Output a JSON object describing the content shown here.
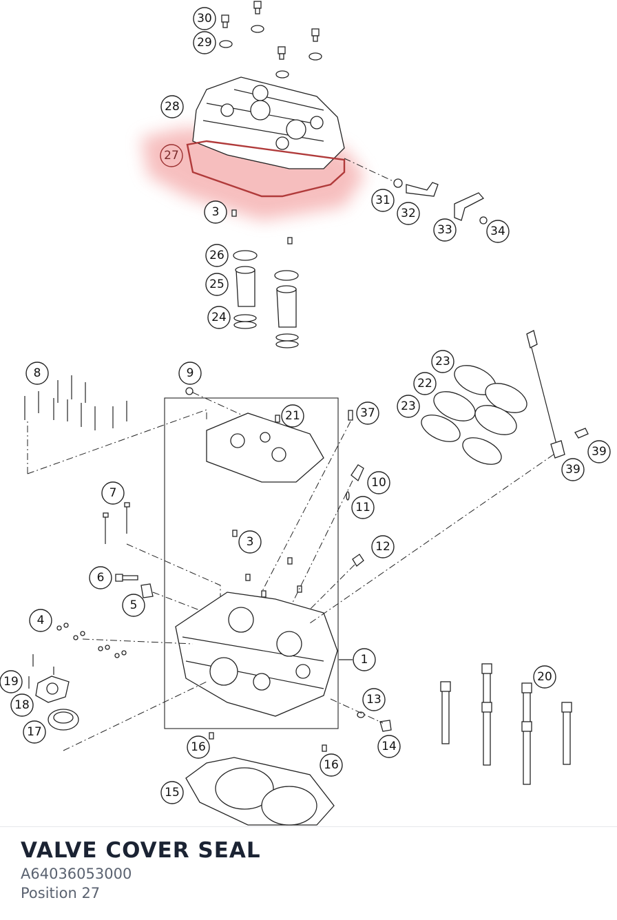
{
  "diagram": {
    "highlight_color": "#e84c4c",
    "callouts": [
      "1",
      "3",
      "3",
      "4",
      "5",
      "6",
      "7",
      "8",
      "9",
      "10",
      "11",
      "12",
      "13",
      "14",
      "15",
      "16",
      "16",
      "17",
      "18",
      "19",
      "20",
      "21",
      "22",
      "23",
      "23",
      "24",
      "25",
      "26",
      "27",
      "28",
      "29",
      "30",
      "31",
      "32",
      "33",
      "34",
      "37",
      "39",
      "39"
    ]
  },
  "part": {
    "name": "VALVE COVER SEAL",
    "number": "A64036053000",
    "position": "Position 27"
  }
}
